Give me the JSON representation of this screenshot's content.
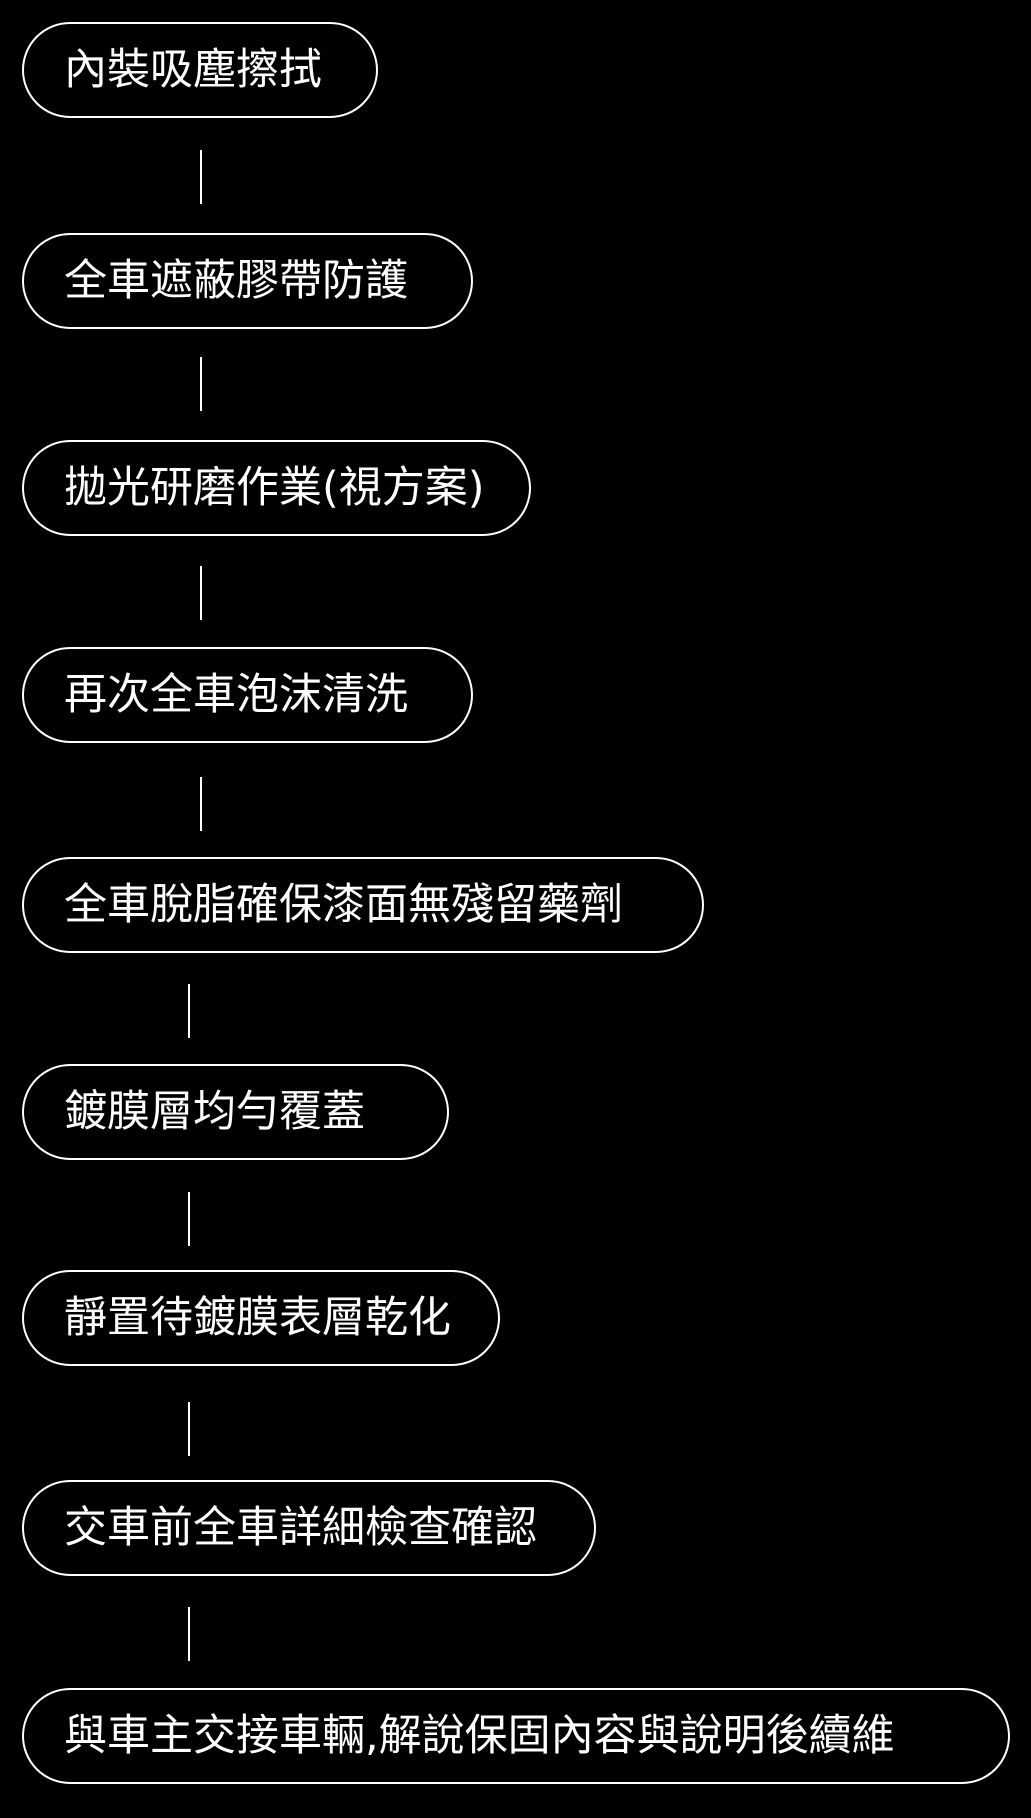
{
  "steps": [
    {
      "label": "內裝吸塵擦拭"
    },
    {
      "label": "全車遮蔽膠帶防護"
    },
    {
      "label": "拋光研磨作業(視方案)"
    },
    {
      "label": "再次全車泡沫清洗"
    },
    {
      "label": "全車脫脂確保漆面無殘留藥劑"
    },
    {
      "label": "鍍膜層均勻覆蓋"
    },
    {
      "label": "靜置待鍍膜表層乾化"
    },
    {
      "label": "交車前全車詳細檢查確認"
    },
    {
      "label": "與車主交接車輛,解說保固內容與說明後續維"
    }
  ],
  "colors": {
    "background": "#000000",
    "foreground": "#ffffff"
  }
}
